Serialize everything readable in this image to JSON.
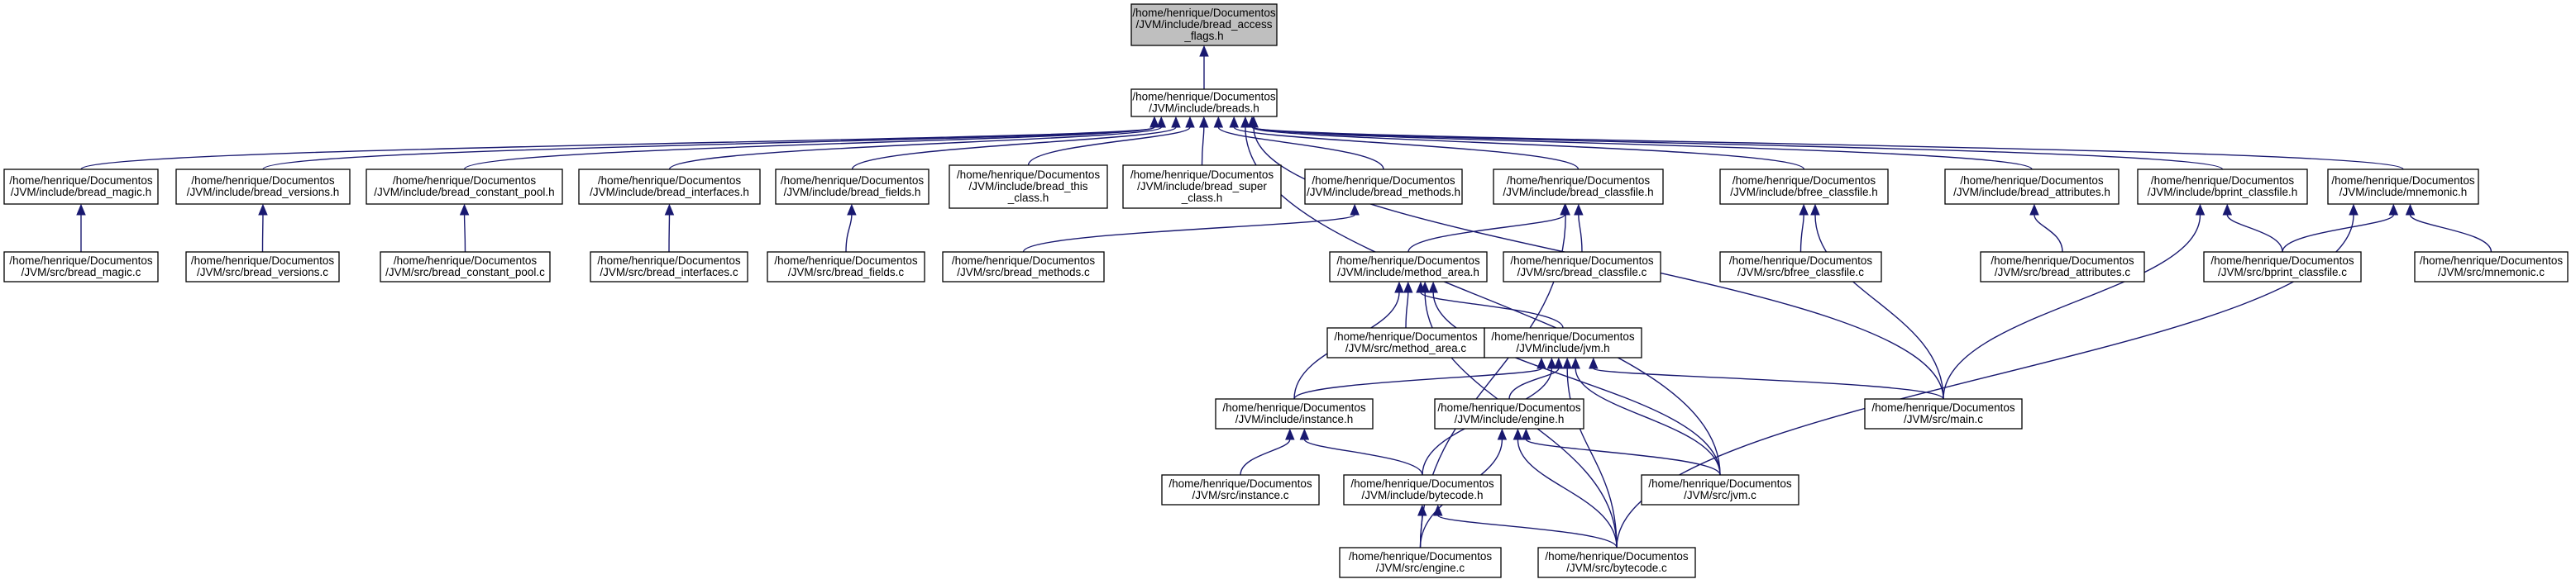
{
  "diagram": {
    "type": "include-dependency-graph",
    "colors": {
      "edge": "#191970",
      "node_border": "#000000",
      "root_fill": "#bfbfbf",
      "node_fill": "#ffffff"
    },
    "nodes": [
      {
        "id": "bread_access_flags_h",
        "lines": [
          "/home/henrique/Documentos",
          "/JVM/include/bread_access",
          "_flags.h"
        ],
        "highlight": true
      },
      {
        "id": "breads_h",
        "lines": [
          "/home/henrique/Documentos",
          "/JVM/include/breads.h"
        ]
      },
      {
        "id": "bread_magic_h",
        "lines": [
          "/home/henrique/Documentos",
          "/JVM/include/bread_magic.h"
        ]
      },
      {
        "id": "bread_versions_h",
        "lines": [
          "/home/henrique/Documentos",
          "/JVM/include/bread_versions.h"
        ]
      },
      {
        "id": "bread_constant_pool_h",
        "lines": [
          "/home/henrique/Documentos",
          "/JVM/include/bread_constant_pool.h"
        ]
      },
      {
        "id": "bread_interfaces_h",
        "lines": [
          "/home/henrique/Documentos",
          "/JVM/include/bread_interfaces.h"
        ]
      },
      {
        "id": "bread_fields_h",
        "lines": [
          "/home/henrique/Documentos",
          "/JVM/include/bread_fields.h"
        ]
      },
      {
        "id": "bread_this_class_h",
        "lines": [
          "/home/henrique/Documentos",
          "/JVM/include/bread_this",
          "_class.h"
        ]
      },
      {
        "id": "bread_super_class_h",
        "lines": [
          "/home/henrique/Documentos",
          "/JVM/include/bread_super",
          "_class.h"
        ]
      },
      {
        "id": "bread_methods_h",
        "lines": [
          "/home/henrique/Documentos",
          "/JVM/include/bread_methods.h"
        ]
      },
      {
        "id": "bread_classfile_h",
        "lines": [
          "/home/henrique/Documentos",
          "/JVM/include/bread_classfile.h"
        ]
      },
      {
        "id": "bfree_classfile_h",
        "lines": [
          "/home/henrique/Documentos",
          "/JVM/include/bfree_classfile.h"
        ]
      },
      {
        "id": "bread_attributes_h",
        "lines": [
          "/home/henrique/Documentos",
          "/JVM/include/bread_attributes.h"
        ]
      },
      {
        "id": "bprint_classfile_h",
        "lines": [
          "/home/henrique/Documentos",
          "/JVM/include/bprint_classfile.h"
        ]
      },
      {
        "id": "mnemonic_h",
        "lines": [
          "/home/henrique/Documentos",
          "/JVM/include/mnemonic.h"
        ]
      },
      {
        "id": "bread_magic_c",
        "lines": [
          "/home/henrique/Documentos",
          "/JVM/src/bread_magic.c"
        ]
      },
      {
        "id": "bread_versions_c",
        "lines": [
          "/home/henrique/Documentos",
          "/JVM/src/bread_versions.c"
        ]
      },
      {
        "id": "bread_constant_pool_c",
        "lines": [
          "/home/henrique/Documentos",
          "/JVM/src/bread_constant_pool.c"
        ]
      },
      {
        "id": "bread_interfaces_c",
        "lines": [
          "/home/henrique/Documentos",
          "/JVM/src/bread_interfaces.c"
        ]
      },
      {
        "id": "bread_fields_c",
        "lines": [
          "/home/henrique/Documentos",
          "/JVM/src/bread_fields.c"
        ]
      },
      {
        "id": "bread_methods_c",
        "lines": [
          "/home/henrique/Documentos",
          "/JVM/src/bread_methods.c"
        ]
      },
      {
        "id": "method_area_h",
        "lines": [
          "/home/henrique/Documentos",
          "/JVM/include/method_area.h"
        ]
      },
      {
        "id": "bread_classfile_c",
        "lines": [
          "/home/henrique/Documentos",
          "/JVM/src/bread_classfile.c"
        ]
      },
      {
        "id": "bfree_classfile_c",
        "lines": [
          "/home/henrique/Documentos",
          "/JVM/src/bfree_classfile.c"
        ]
      },
      {
        "id": "bread_attributes_c",
        "lines": [
          "/home/henrique/Documentos",
          "/JVM/src/bread_attributes.c"
        ]
      },
      {
        "id": "bprint_classfile_c",
        "lines": [
          "/home/henrique/Documentos",
          "/JVM/src/bprint_classfile.c"
        ]
      },
      {
        "id": "mnemonic_c",
        "lines": [
          "/home/henrique/Documentos",
          "/JVM/src/mnemonic.c"
        ]
      },
      {
        "id": "method_area_c",
        "lines": [
          "/home/henrique/Documentos",
          "/JVM/src/method_area.c"
        ]
      },
      {
        "id": "jvm_h",
        "lines": [
          "/home/henrique/Documentos",
          "/JVM/include/jvm.h"
        ]
      },
      {
        "id": "instance_h",
        "lines": [
          "/home/henrique/Documentos",
          "/JVM/include/instance.h"
        ]
      },
      {
        "id": "engine_h",
        "lines": [
          "/home/henrique/Documentos",
          "/JVM/include/engine.h"
        ]
      },
      {
        "id": "main_c",
        "lines": [
          "/home/henrique/Documentos",
          "/JVM/src/main.c"
        ]
      },
      {
        "id": "instance_c",
        "lines": [
          "/home/henrique/Documentos",
          "/JVM/src/instance.c"
        ]
      },
      {
        "id": "bytecode_h",
        "lines": [
          "/home/henrique/Documentos",
          "/JVM/include/bytecode.h"
        ]
      },
      {
        "id": "jvm_c",
        "lines": [
          "/home/henrique/Documentos",
          "/JVM/src/jvm.c"
        ]
      },
      {
        "id": "engine_c",
        "lines": [
          "/home/henrique/Documentos",
          "/JVM/src/engine.c"
        ]
      },
      {
        "id": "bytecode_c",
        "lines": [
          "/home/henrique/Documentos",
          "/JVM/src/bytecode.c"
        ]
      }
    ],
    "edges": [
      {
        "from": "breads_h",
        "to": "bread_access_flags_h"
      },
      {
        "from": "bread_magic_h",
        "to": "breads_h"
      },
      {
        "from": "bread_versions_h",
        "to": "breads_h"
      },
      {
        "from": "bread_constant_pool_h",
        "to": "breads_h"
      },
      {
        "from": "bread_interfaces_h",
        "to": "breads_h"
      },
      {
        "from": "bread_fields_h",
        "to": "breads_h"
      },
      {
        "from": "bread_this_class_h",
        "to": "breads_h"
      },
      {
        "from": "bread_super_class_h",
        "to": "breads_h"
      },
      {
        "from": "bread_methods_h",
        "to": "breads_h"
      },
      {
        "from": "bread_classfile_h",
        "to": "breads_h"
      },
      {
        "from": "bfree_classfile_h",
        "to": "breads_h"
      },
      {
        "from": "bread_attributes_h",
        "to": "breads_h"
      },
      {
        "from": "bprint_classfile_h",
        "to": "breads_h"
      },
      {
        "from": "mnemonic_h",
        "to": "breads_h"
      },
      {
        "from": "bread_magic_c",
        "to": "bread_magic_h"
      },
      {
        "from": "bread_versions_c",
        "to": "bread_versions_h"
      },
      {
        "from": "bread_constant_pool_c",
        "to": "bread_constant_pool_h"
      },
      {
        "from": "bread_interfaces_c",
        "to": "bread_interfaces_h"
      },
      {
        "from": "bread_fields_c",
        "to": "bread_fields_h"
      },
      {
        "from": "bread_methods_c",
        "to": "bread_methods_h"
      },
      {
        "from": "method_area_h",
        "to": "bread_classfile_h"
      },
      {
        "from": "bread_classfile_c",
        "to": "bread_classfile_h"
      },
      {
        "from": "engine_c",
        "to": "bread_classfile_h"
      },
      {
        "from": "bfree_classfile_c",
        "to": "bfree_classfile_h"
      },
      {
        "from": "main_c",
        "to": "bfree_classfile_h"
      },
      {
        "from": "bread_attributes_c",
        "to": "bread_attributes_h"
      },
      {
        "from": "bprint_classfile_c",
        "to": "bprint_classfile_h"
      },
      {
        "from": "main_c",
        "to": "bprint_classfile_h"
      },
      {
        "from": "bprint_classfile_c",
        "to": "mnemonic_h"
      },
      {
        "from": "mnemonic_c",
        "to": "mnemonic_h"
      },
      {
        "from": "bytecode_c",
        "to": "mnemonic_h"
      },
      {
        "from": "method_area_c",
        "to": "method_area_h"
      },
      {
        "from": "jvm_h",
        "to": "method_area_h"
      },
      {
        "from": "instance_h",
        "to": "method_area_h"
      },
      {
        "from": "jvm_c",
        "to": "method_area_h"
      },
      {
        "from": "bytecode_c",
        "to": "method_area_h"
      },
      {
        "from": "instance_h",
        "to": "jvm_h"
      },
      {
        "from": "engine_h",
        "to": "jvm_h"
      },
      {
        "from": "main_c",
        "to": "jvm_h"
      },
      {
        "from": "bytecode_h",
        "to": "jvm_h"
      },
      {
        "from": "jvm_c",
        "to": "jvm_h"
      },
      {
        "from": "bytecode_c",
        "to": "jvm_h"
      },
      {
        "from": "instance_c",
        "to": "instance_h"
      },
      {
        "from": "bytecode_h",
        "to": "instance_h"
      },
      {
        "from": "jvm_c",
        "to": "engine_h"
      },
      {
        "from": "engine_c",
        "to": "engine_h"
      },
      {
        "from": "bytecode_c",
        "to": "engine_h"
      },
      {
        "from": "engine_c",
        "to": "bytecode_h"
      },
      {
        "from": "bytecode_c",
        "to": "bytecode_h"
      },
      {
        "from": "main_c",
        "to": "breads_h"
      },
      {
        "from": "jvm_c",
        "to": "breads_h"
      }
    ]
  }
}
